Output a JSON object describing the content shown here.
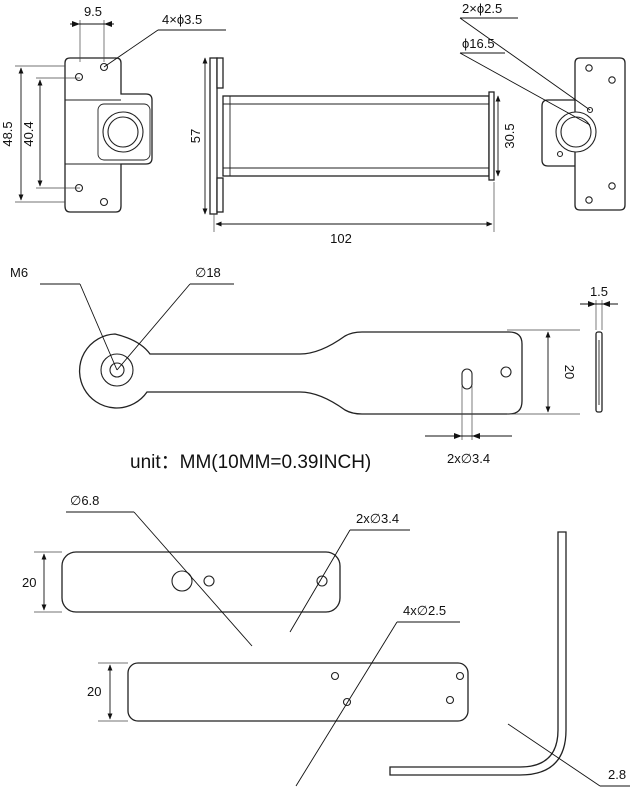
{
  "unit_note": "unit：MM(10MM=0.39INCH)",
  "bracket": {
    "width_dim": "9.5",
    "holes_note": "4×ϕ3.5",
    "overall_height": "48.5",
    "hole_spacing": "40.4"
  },
  "side_view": {
    "height": "57",
    "inner_height": "30.5",
    "length": "102"
  },
  "end_view": {
    "holes_note": "2×ϕ2.5",
    "bore_dia": "ϕ16.5"
  },
  "long_arm": {
    "thread": "M6",
    "hub_dia": "∅18",
    "thickness": "1.5",
    "end_width": "20",
    "holes_note": "2x∅3.4"
  },
  "flat_bar_upper": {
    "center_hole": "∅6.8",
    "holes_note": "2x∅3.4",
    "width": "20"
  },
  "flat_bar_lower": {
    "holes_note": "4x∅2.5",
    "width": "20"
  },
  "angle_plate": {
    "thickness": "2.8"
  }
}
